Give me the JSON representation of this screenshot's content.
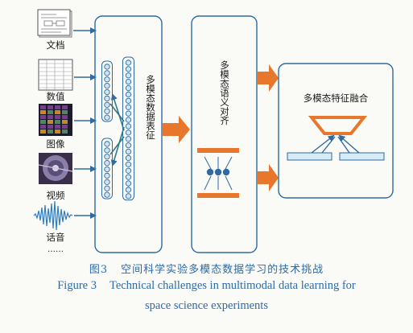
{
  "modalities": [
    "文档",
    "数值",
    "图像",
    "视频",
    "话音"
  ],
  "ellipsis": "……",
  "stage1_label": "多模态数据表征",
  "stage2_label": "多模态语义对齐",
  "stage3_label": "多模态特征融合",
  "caption": {
    "cn_number": "图3",
    "cn_text": "空间科学实验多模态数据学习的技术挑战",
    "en_number": "Figure 3",
    "en_line1": "Technical challenges in multimodal data learning for",
    "en_line2": "space science experiments"
  },
  "colors": {
    "frame": "#2f6aa0",
    "accent": "#e8772e",
    "node_fill": "#cfe6f2",
    "node_stroke": "#2f6aa0",
    "fusion_fill": "#d6ebf3"
  }
}
